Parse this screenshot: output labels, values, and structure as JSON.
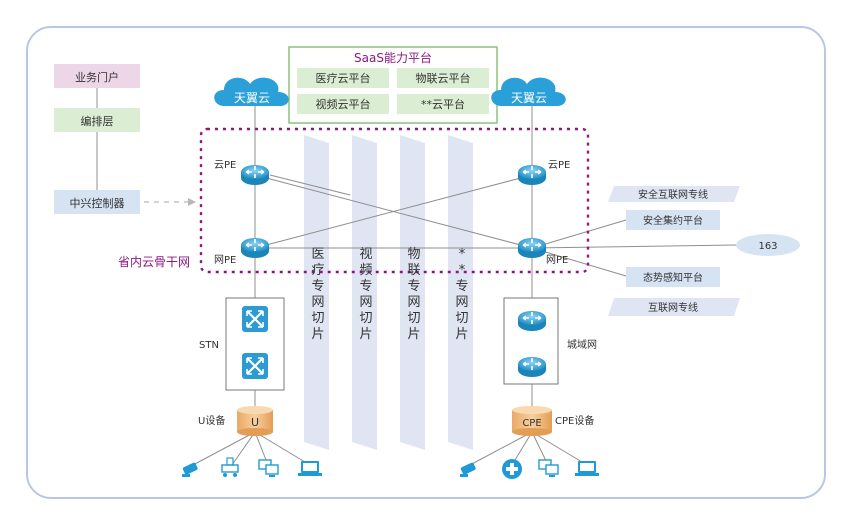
{
  "saas": {
    "title": "SaaS能力平台",
    "items": [
      "医疗云平台",
      "物联云平台",
      "视频云平台",
      "**云平台"
    ]
  },
  "clouds": {
    "left": "天翼云",
    "right": "天翼云"
  },
  "left_stack": {
    "portal": "业务门户",
    "orchestration": "编排层",
    "controller": "中兴控制器"
  },
  "backbone_label": "省内云骨干网",
  "routers": {
    "cloud_pe_left": "云PE",
    "cloud_pe_right": "云PE",
    "net_pe_left": "网PE",
    "net_pe_right": "网PE"
  },
  "slices": [
    "医疗专网切片",
    "视频专网切片",
    "物联专网切片",
    "**专网切片"
  ],
  "right_services": {
    "security_line": "安全互联网专线",
    "security_platform": "安全集约平台",
    "internet_163": "163",
    "situation_platform": "态势感知平台",
    "internet_line": "互联网专线"
  },
  "access": {
    "stn": "STN",
    "metro": "城域网",
    "u_label": "U",
    "u_device": "U设备",
    "cpe_label": "CPE",
    "cpe_device": "CPE设备"
  },
  "colors": {
    "frame_border": "#b9c6e4",
    "green_fill": "#dbeed3",
    "green_border": "#8cc37a",
    "pink_fill": "#ecd6e8",
    "blue_fill": "#d6e3f3",
    "slice_fill": "#dfe5f3",
    "router": "#2aa1d8",
    "backbone": "#8a1a83",
    "device_orange": "#f2c28d",
    "endpoint_blue": "#1e9bd7"
  }
}
